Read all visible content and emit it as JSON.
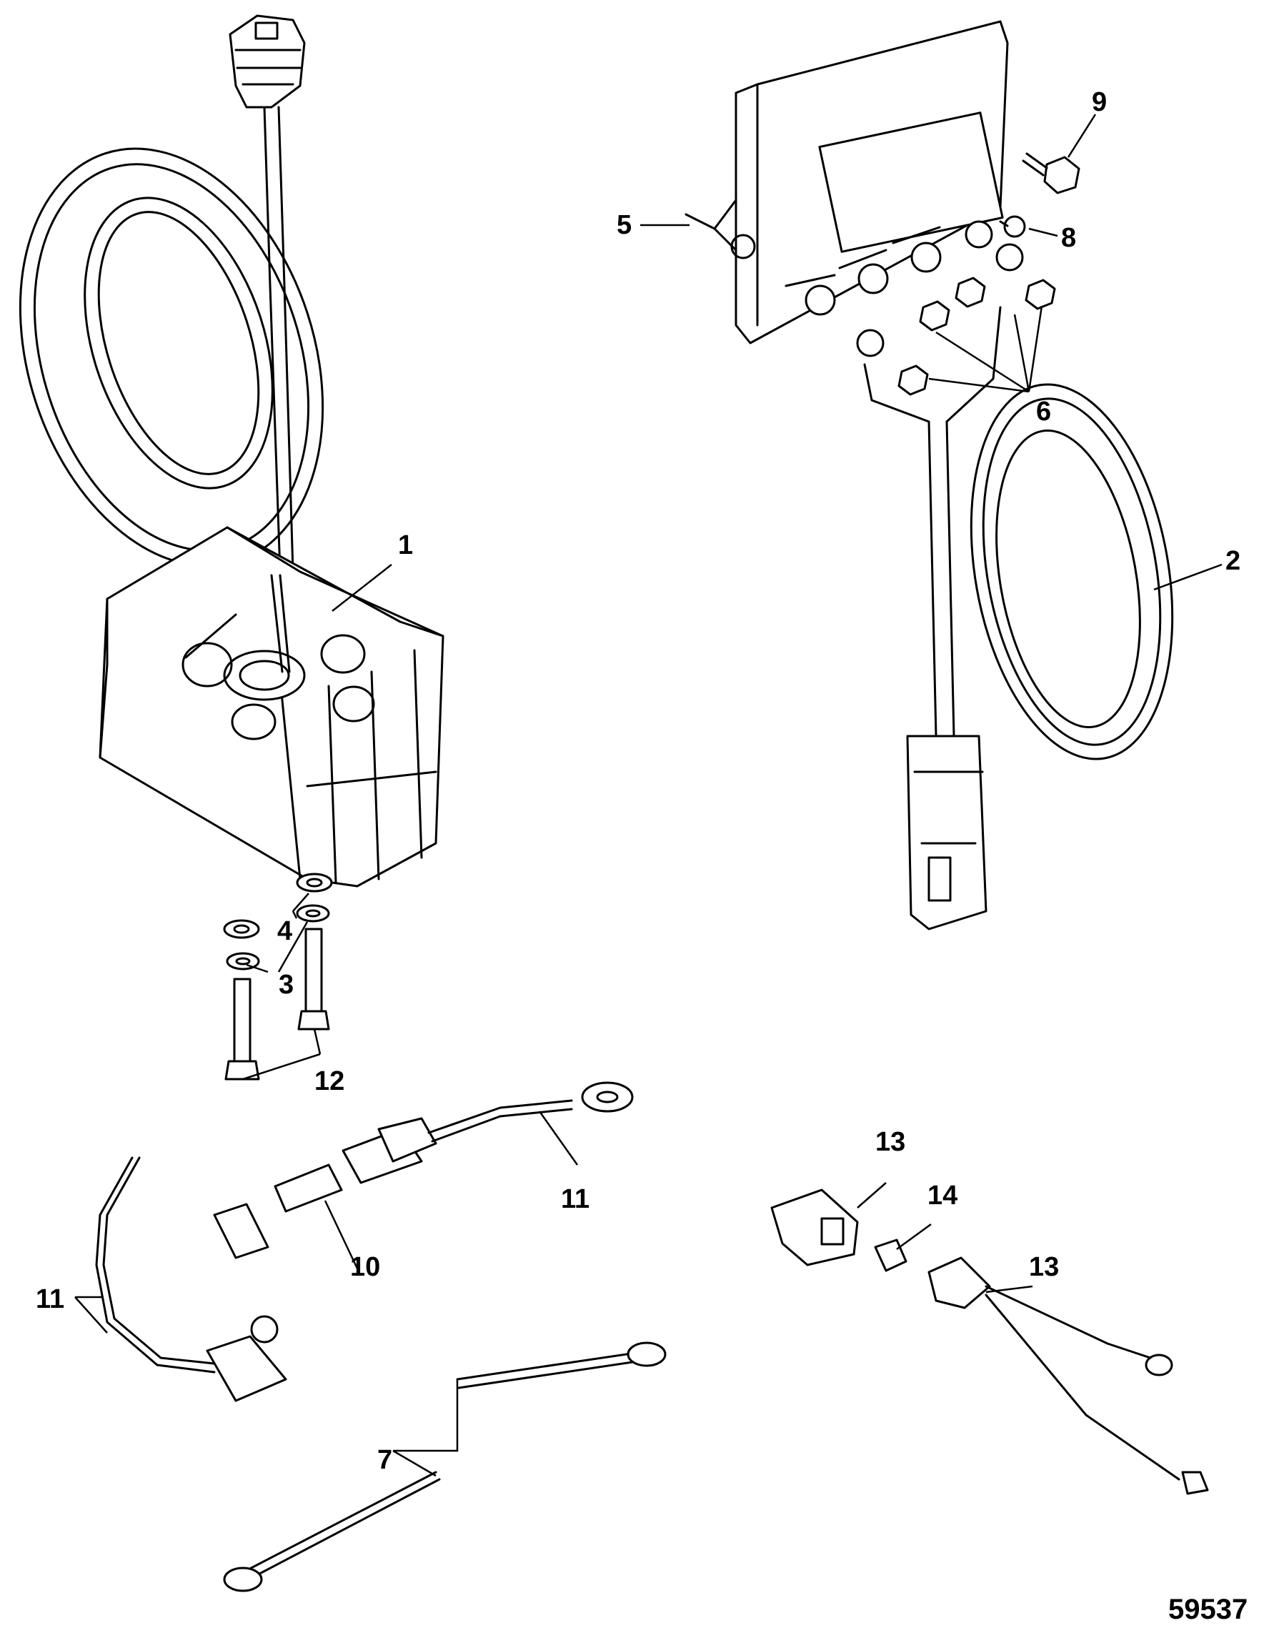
{
  "callouts": {
    "c1": "1",
    "c2": "2",
    "c3": "3",
    "c4": "4",
    "c5": "5",
    "c6": "6",
    "c7": "7",
    "c8": "8",
    "c9": "9",
    "c10": "10",
    "c11a": "11",
    "c11b": "11",
    "c12": "12",
    "c13a": "13",
    "c13b": "13",
    "c14": "14"
  },
  "figure_number": "59537",
  "colors": {
    "line": "#000000",
    "background": "#ffffff"
  }
}
